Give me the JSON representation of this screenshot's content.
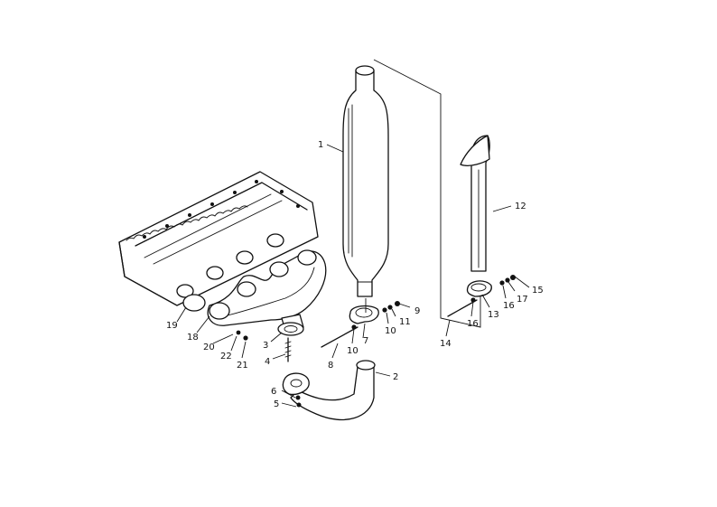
{
  "parts": [
    {
      "id": "p1",
      "label": "1"
    },
    {
      "id": "p2",
      "label": "2"
    },
    {
      "id": "p3",
      "label": "3"
    },
    {
      "id": "p4",
      "label": "4"
    },
    {
      "id": "p5",
      "label": "5"
    },
    {
      "id": "p6",
      "label": "6"
    },
    {
      "id": "p7",
      "label": "7"
    },
    {
      "id": "p8",
      "label": "8"
    },
    {
      "id": "p9",
      "label": "9"
    },
    {
      "id": "p10a",
      "label": "10"
    },
    {
      "id": "p10b",
      "label": "10"
    },
    {
      "id": "p11",
      "label": "11"
    },
    {
      "id": "p12",
      "label": "12"
    },
    {
      "id": "p13",
      "label": "13"
    },
    {
      "id": "p14",
      "label": "14"
    },
    {
      "id": "p15",
      "label": "15"
    },
    {
      "id": "p16a",
      "label": "16"
    },
    {
      "id": "p16b",
      "label": "16"
    },
    {
      "id": "p17",
      "label": "17"
    },
    {
      "id": "p18",
      "label": "18"
    },
    {
      "id": "p19",
      "label": "19"
    },
    {
      "id": "p20",
      "label": "20"
    },
    {
      "id": "p21",
      "label": "21"
    },
    {
      "id": "p22",
      "label": "22"
    }
  ]
}
